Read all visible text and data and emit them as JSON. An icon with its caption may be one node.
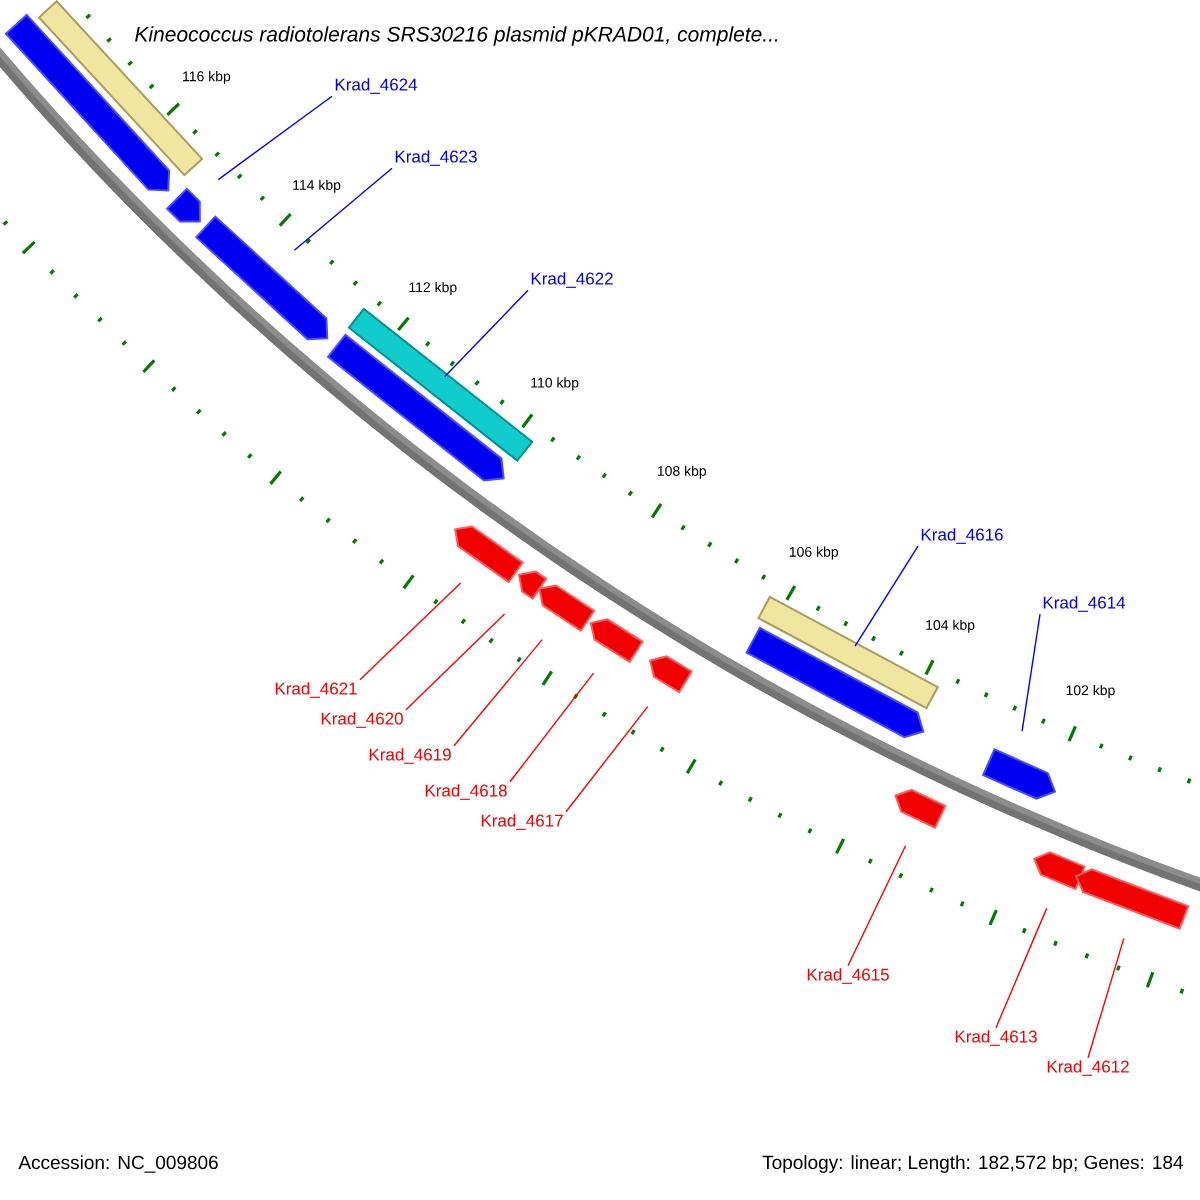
{
  "diagram": {
    "title": "Kineococcus radiotolerans SRS30216 plasmid pKRAD01, complete...",
    "nodes": [
      {
        "text": [
          "Krad_4624"
        ]
      },
      {
        "text": [
          "Krad_4623"
        ]
      },
      {
        "text": [
          "Krad_4622"
        ]
      },
      {
        "text": [
          "Krad_4616"
        ]
      },
      {
        "text": [
          "Krad_4614"
        ]
      },
      {
        "text": [
          "Krad_4621"
        ]
      },
      {
        "text": [
          "Krad_4620"
        ]
      },
      {
        "text": [
          "Krad_4619"
        ]
      },
      {
        "text": [
          "Krad_4618"
        ]
      },
      {
        "text": [
          "Krad_4617"
        ]
      },
      {
        "text": [
          "Krad_4615"
        ]
      },
      {
        "text": [
          "Krad_4613"
        ]
      },
      {
        "text": [
          "Krad_4612"
        ]
      },
      {
        "text": [],
        "shape": "bar"
      },
      {
        "text": [],
        "shape": "bar"
      },
      {
        "text": [],
        "shape": "bar"
      },
      {
        "text": [],
        "shape": "bar"
      },
      {
        "text": [],
        "shape": "bar"
      },
      {
        "text": [],
        "shape": "bar"
      },
      {
        "text": [],
        "shape": "bar"
      },
      {
        "text": [],
        "shape": "bar"
      },
      {
        "text": [],
        "shape": "bar"
      },
      {
        "text": [],
        "shape": "bar"
      },
      {
        "text": [],
        "shape": "bar"
      },
      {
        "text": [],
        "shape": "bar"
      },
      {
        "text": [],
        "shape": "bar"
      },
      {
        "text": [],
        "shape": "bar"
      },
      {
        "text": [],
        "shape": "bar"
      },
      {
        "text": [],
        "shape": "bar"
      },
      {
        "text": [],
        "shape": "bar"
      }
    ],
    "edges": [
      {
        "from": 0,
        "to": 15,
        "arrow": "none",
        "color": "#0000ff"
      },
      {
        "from": 1,
        "to": 16,
        "arrow": "none",
        "color": "#0000ff"
      },
      {
        "from": 2,
        "to": 18,
        "arrow": "none",
        "color": "#0000ff"
      },
      {
        "from": 3,
        "to": 25,
        "arrow": "none",
        "color": "#0000ff"
      },
      {
        "from": 4,
        "to": 26,
        "arrow": "none",
        "color": "#0000ff"
      },
      {
        "from": 5,
        "to": 19,
        "arrow": "none"
      },
      {
        "from": 6,
        "to": 20,
        "arrow": "none"
      },
      {
        "from": 7,
        "to": 21,
        "arrow": "none"
      },
      {
        "from": 8,
        "to": 22,
        "arrow": "none"
      },
      {
        "from": 9,
        "to": 23,
        "arrow": "none"
      },
      {
        "from": 10,
        "to": 27,
        "arrow": "none"
      },
      {
        "from": 11,
        "to": 28,
        "arrow": "none"
      },
      {
        "from": 12,
        "to": 29,
        "arrow": "none"
      }
    ],
    "labels": [
      "116 kbp",
      "114 kbp",
      "112 kbp",
      "110 kbp",
      "108 kbp",
      "106 kbp",
      "104 kbp",
      "102 kbp",
      "Accession: NC_009806",
      "Topology: linear; Length: 182,572 bp; Genes: 184"
    ]
  }
}
